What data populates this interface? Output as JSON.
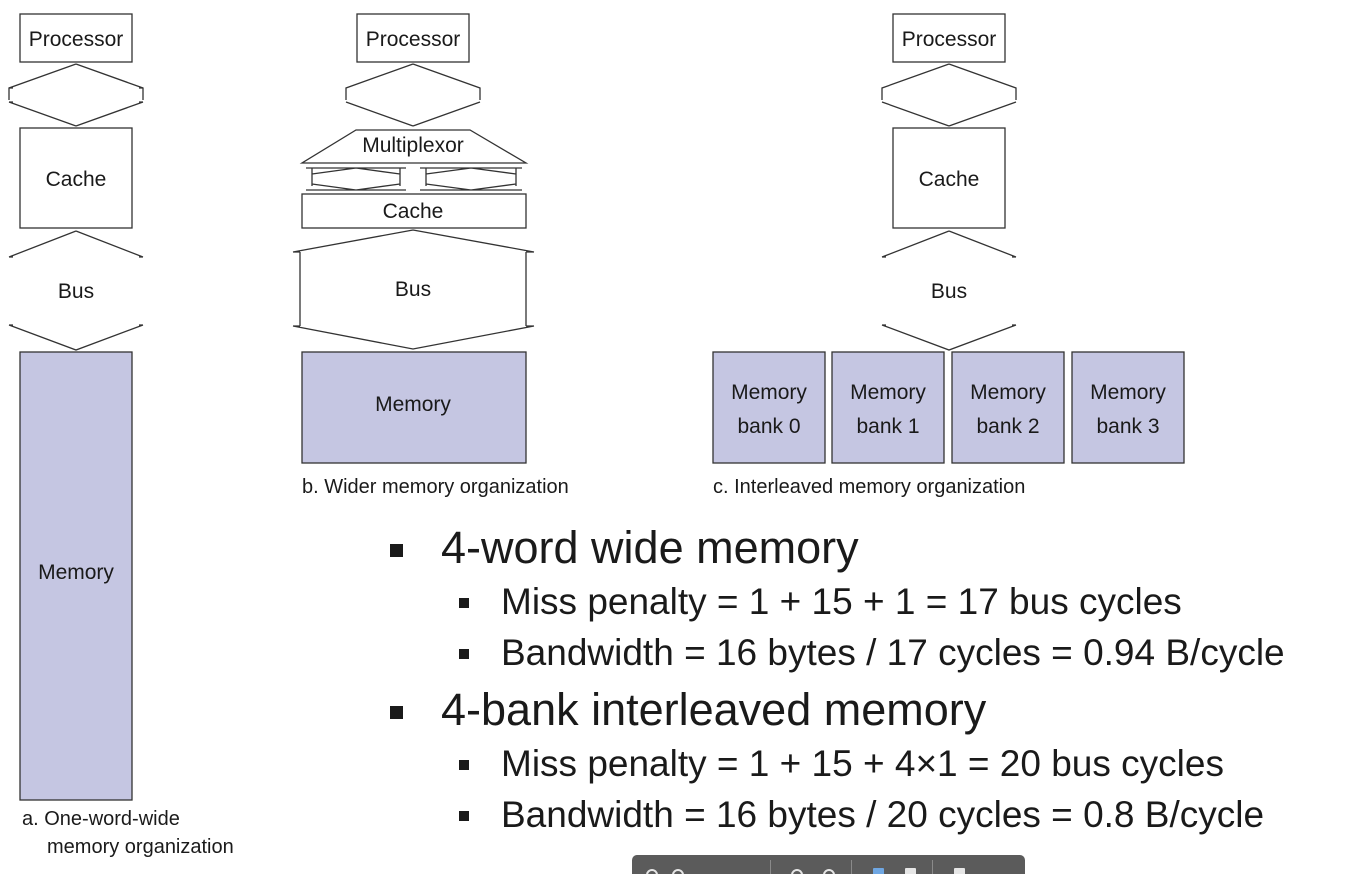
{
  "diagram": {
    "a": {
      "processor_label": "Processor",
      "cache_label": "Cache",
      "bus_label": "Bus",
      "memory_label": "Memory",
      "caption_line1": "a. One-word-wide",
      "caption_line2": "memory organization"
    },
    "b": {
      "processor_label": "Processor",
      "multiplexor_label": "Multiplexor",
      "cache_label": "Cache",
      "bus_label": "Bus",
      "memory_label": "Memory",
      "caption": "b. Wider memory organization"
    },
    "c": {
      "processor_label": "Processor",
      "cache_label": "Cache",
      "bus_label": "Bus",
      "banks": [
        {
          "line1": "Memory",
          "line2": "bank 0"
        },
        {
          "line1": "Memory",
          "line2": "bank 1"
        },
        {
          "line1": "Memory",
          "line2": "bank 2"
        },
        {
          "line1": "Memory",
          "line2": "bank 3"
        }
      ],
      "caption": "c. Interleaved memory organization"
    },
    "colors": {
      "memory_fill": "#c5c6e2",
      "stroke": "#333333"
    }
  },
  "bullets": [
    {
      "text": "4-word wide memory",
      "sub": [
        "Miss penalty = 1 + 15 + 1 = 17 bus cycles",
        "Bandwidth = 16 bytes / 17 cycles = 0.94 B/cycle"
      ]
    },
    {
      "text": "4-bank interleaved memory",
      "sub": [
        "Miss penalty = 1 + 15 + 4×1 = 20 bus cycles",
        "Bandwidth = 16 bytes / 20 cycles = 0.8 B/cycle"
      ]
    }
  ],
  "toolbar": {
    "icons": [
      "prev-page-icon",
      "next-page-icon",
      "zoom-out-icon",
      "zoom-in-icon",
      "page-view-icon",
      "export-icon",
      "grid-icon"
    ]
  }
}
